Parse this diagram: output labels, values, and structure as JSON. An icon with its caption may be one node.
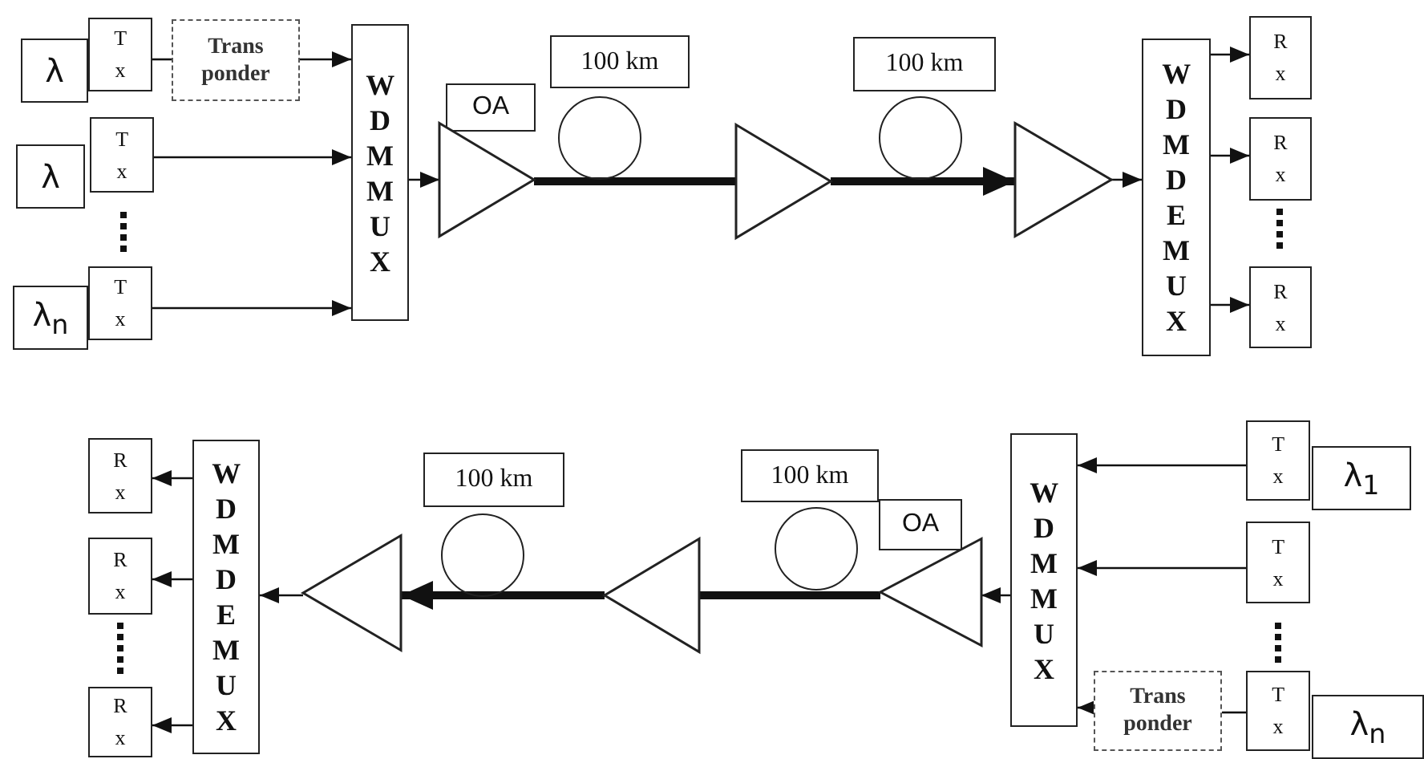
{
  "diagram": {
    "nodes": [
      {
        "text": [
          "λ"
        ]
      },
      {
        "text": [
          "T x"
        ]
      },
      {
        "text": [
          "Trans ponder"
        ]
      },
      {
        "text": [
          "λ"
        ]
      },
      {
        "text": [
          "T x"
        ]
      },
      {
        "text": [
          "λ$_{n}$"
        ]
      },
      {
        "text": [
          "T x"
        ]
      },
      {
        "text": [
          "W D M M U X"
        ]
      },
      {
        "text": [
          "OA"
        ]
      },
      {
        "text": [],
        "shape": "triangle"
      },
      {
        "text": [
          "100 km"
        ]
      },
      {
        "text": [],
        "shape": "circle"
      },
      {
        "text": [],
        "shape": "triangle"
      },
      {
        "text": [
          "100 km"
        ]
      },
      {
        "text": [],
        "shape": "circle"
      },
      {
        "text": [],
        "shape": "triangle"
      },
      {
        "text": [
          "W D M D E M U X"
        ]
      },
      {
        "text": [
          "R x"
        ]
      },
      {
        "text": [
          "R x"
        ]
      },
      {
        "text": [
          "R x"
        ]
      },
      {
        "text": [
          "R x"
        ]
      },
      {
        "text": [
          "R x"
        ]
      },
      {
        "text": [
          "R x"
        ]
      },
      {
        "text": [
          "W D M D E M U X"
        ]
      },
      {
        "text": [],
        "shape": "triangle"
      },
      {
        "text": [
          "100 km"
        ]
      },
      {
        "text": [],
        "shape": "circle"
      },
      {
        "text": [],
        "shape": "triangle"
      },
      {
        "text": [
          "100 km"
        ]
      },
      {
        "text": [],
        "shape": "circle"
      },
      {
        "text": [
          "OA"
        ]
      },
      {
        "text": [],
        "shape": "triangle"
      },
      {
        "text": [
          "W D M M U X"
        ]
      },
      {
        "text": [
          "T x"
        ]
      },
      {
        "text": [
          "λ$_{1}$"
        ]
      },
      {
        "text": [
          "T x"
        ]
      },
      {
        "text": [
          "Trans ponder"
        ]
      },
      {
        "text": [
          "T x"
        ]
      },
      {
        "text": [
          "λ$_{n}$"
        ]
      }
    ],
    "edges": [
      {
        "from": 1,
        "to": 2,
        "arrow": "none"
      },
      {
        "from": 2,
        "to": 7,
        "arrow": "to"
      },
      {
        "from": 4,
        "to": 7,
        "arrow": "to"
      },
      {
        "from": 6,
        "to": 7,
        "arrow": "to"
      },
      {
        "from": 7,
        "to": 9,
        "arrow": "to"
      },
      {
        "from": 9,
        "to": 12,
        "arrow": "none",
        "style": "thick"
      },
      {
        "from": 12,
        "to": 15,
        "arrow": "to",
        "style": "thick"
      },
      {
        "from": 15,
        "to": 16,
        "arrow": "to"
      },
      {
        "from": 16,
        "to": 17,
        "arrow": "to"
      },
      {
        "from": 16,
        "to": 18,
        "arrow": "to"
      },
      {
        "from": 16,
        "to": 19,
        "arrow": "to"
      },
      {
        "from": 32,
        "to": 31,
        "arrow": "to"
      },
      {
        "from": 31,
        "to": 27,
        "arrow": "none",
        "style": "thick"
      },
      {
        "from": 27,
        "to": 24,
        "arrow": "to",
        "style": "thick"
      },
      {
        "from": 24,
        "to": 23,
        "arrow": "to"
      },
      {
        "from": 23,
        "to": 20,
        "arrow": "to"
      },
      {
        "from": 23,
        "to": 21,
        "arrow": "to"
      },
      {
        "from": 23,
        "to": 22,
        "arrow": "to"
      },
      {
        "from": 33,
        "to": 32,
        "arrow": "to"
      },
      {
        "from": 35,
        "to": 32,
        "arrow": "to"
      },
      {
        "from": 37,
        "to": 36,
        "arrow": "none"
      },
      {
        "from": 36,
        "to": 32,
        "arrow": "to"
      }
    ]
  }
}
